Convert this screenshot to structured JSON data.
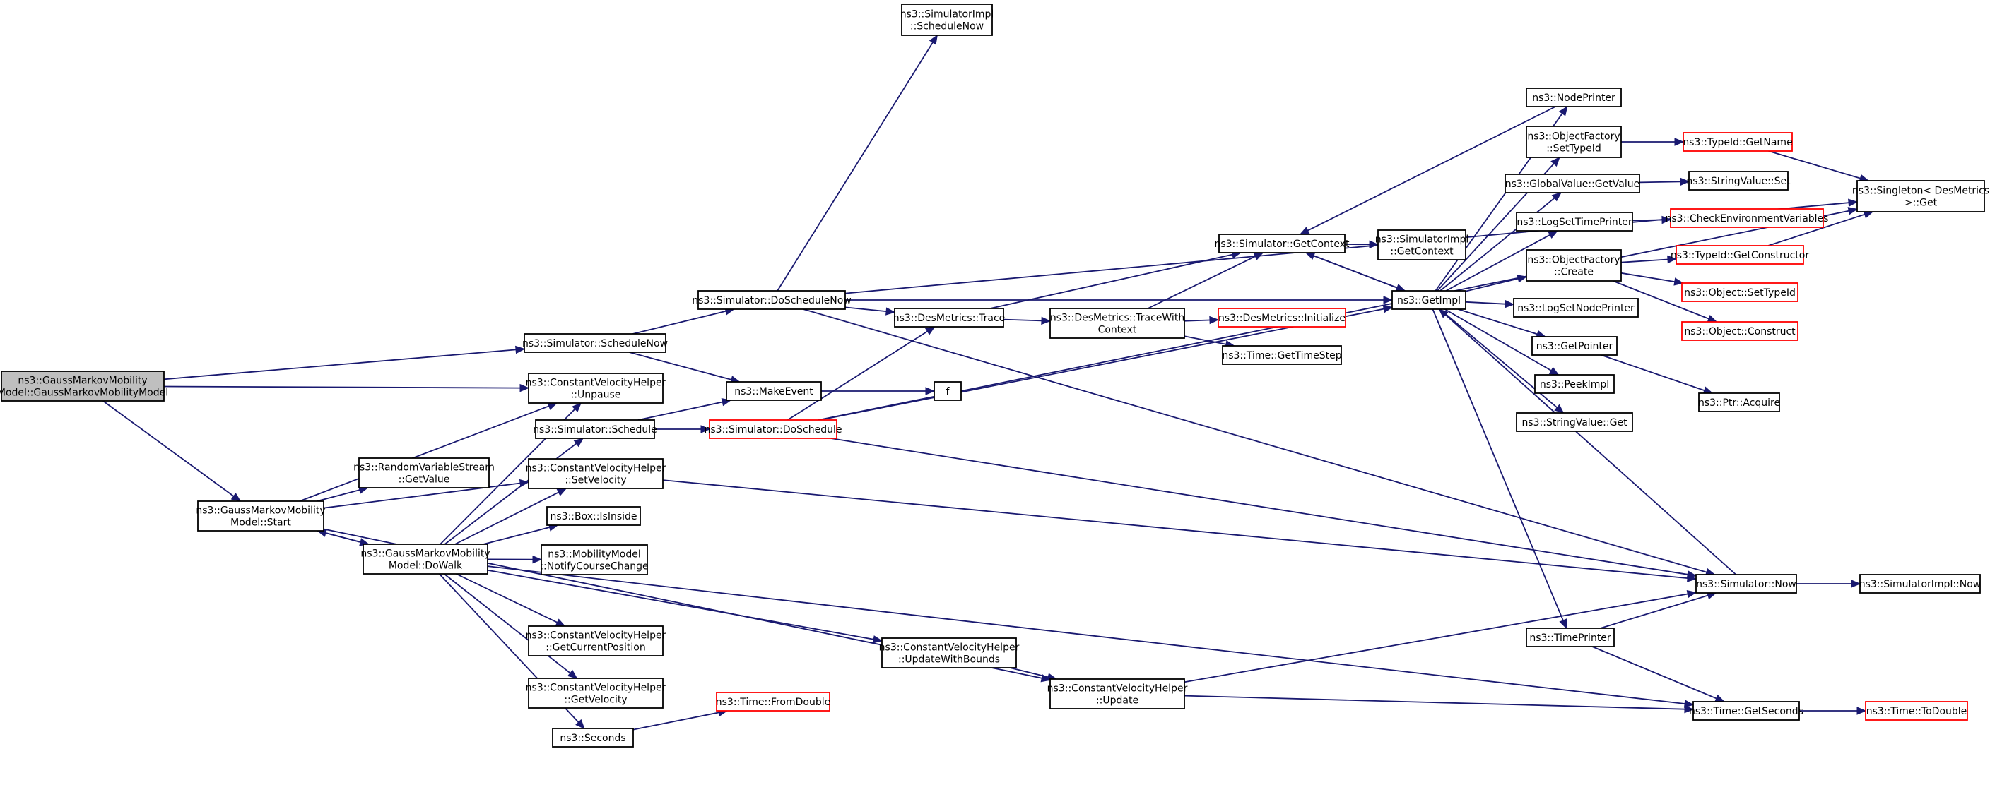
{
  "colors": {
    "edge": "#191970",
    "border_normal": "#000000",
    "border_truncated": "#ff0000",
    "root_fill": "#bfbfbf",
    "fill": "#ffffff"
  },
  "nodes": [
    {
      "id": "root",
      "lines": [
        "ns3::GaussMarkovMobility",
        "Model::GaussMarkovMobilityModel"
      ],
      "style": "root"
    },
    {
      "id": "start",
      "lines": [
        "ns3::GaussMarkovMobility",
        "Model::Start"
      ],
      "style": "normal"
    },
    {
      "id": "dowalk",
      "lines": [
        "ns3::GaussMarkovMobility",
        "Model::DoWalk"
      ],
      "style": "normal"
    },
    {
      "id": "schedulenow",
      "lines": [
        "ns3::Simulator::ScheduleNow"
      ],
      "style": "normal"
    },
    {
      "id": "unpause",
      "lines": [
        "ns3::ConstantVelocityHelper",
        "::Unpause"
      ],
      "style": "normal"
    },
    {
      "id": "rvsgetvalue",
      "lines": [
        "ns3::RandomVariableStream",
        "::GetValue"
      ],
      "style": "normal"
    },
    {
      "id": "schedule",
      "lines": [
        "ns3::Simulator::Schedule"
      ],
      "style": "normal"
    },
    {
      "id": "setvelocity",
      "lines": [
        "ns3::ConstantVelocityHelper",
        "::SetVelocity"
      ],
      "style": "normal"
    },
    {
      "id": "isinside",
      "lines": [
        "ns3::Box::IsInside"
      ],
      "style": "normal"
    },
    {
      "id": "notify",
      "lines": [
        "ns3::MobilityModel",
        "::NotifyCourseChange"
      ],
      "style": "normal"
    },
    {
      "id": "getcurpos",
      "lines": [
        "ns3::ConstantVelocityHelper",
        "::GetCurrentPosition"
      ],
      "style": "normal"
    },
    {
      "id": "getvelocity",
      "lines": [
        "ns3::ConstantVelocityHelper",
        "::GetVelocity"
      ],
      "style": "normal"
    },
    {
      "id": "seconds",
      "lines": [
        "ns3::Seconds"
      ],
      "style": "normal"
    },
    {
      "id": "doschedulenow",
      "lines": [
        "ns3::Simulator::DoScheduleNow"
      ],
      "style": "normal"
    },
    {
      "id": "makeevent",
      "lines": [
        "ns3::MakeEvent"
      ],
      "style": "normal"
    },
    {
      "id": "doschedule",
      "lines": [
        "ns3::Simulator::DoSchedule"
      ],
      "style": "truncated"
    },
    {
      "id": "f",
      "lines": [
        "f"
      ],
      "style": "normal"
    },
    {
      "id": "fromdouble",
      "lines": [
        "ns3::Time::FromDouble"
      ],
      "style": "truncated"
    },
    {
      "id": "updatewithbounds",
      "lines": [
        "ns3::ConstantVelocityHelper",
        "::UpdateWithBounds"
      ],
      "style": "normal"
    },
    {
      "id": "update",
      "lines": [
        "ns3::ConstantVelocityHelper",
        "::Update"
      ],
      "style": "normal"
    },
    {
      "id": "simimplschedulenow",
      "lines": [
        "ns3::SimulatorImpl",
        "::ScheduleNow"
      ],
      "style": "normal"
    },
    {
      "id": "trace",
      "lines": [
        "ns3::DesMetrics::Trace"
      ],
      "style": "normal"
    },
    {
      "id": "tracewithcontext",
      "lines": [
        "ns3::DesMetrics::TraceWith",
        "Context"
      ],
      "style": "normal"
    },
    {
      "id": "getcontext",
      "lines": [
        "ns3::Simulator::GetContext"
      ],
      "style": "normal"
    },
    {
      "id": "simimplgetcontext",
      "lines": [
        "ns3::SimulatorImpl",
        "::GetContext"
      ],
      "style": "normal"
    },
    {
      "id": "initialize",
      "lines": [
        "ns3::DesMetrics::Initialize"
      ],
      "style": "truncated"
    },
    {
      "id": "gettimestep",
      "lines": [
        "ns3::Time::GetTimeStep"
      ],
      "style": "normal"
    },
    {
      "id": "getimpl",
      "lines": [
        "ns3::GetImpl"
      ],
      "style": "normal"
    },
    {
      "id": "nodeprinter",
      "lines": [
        "ns3::NodePrinter"
      ],
      "style": "normal"
    },
    {
      "id": "ofsettypeid",
      "lines": [
        "ns3::ObjectFactory",
        "::SetTypeId"
      ],
      "style": "normal"
    },
    {
      "id": "globalgetvalue",
      "lines": [
        "ns3::GlobalValue::GetValue"
      ],
      "style": "normal"
    },
    {
      "id": "logsettimeprinter",
      "lines": [
        "ns3::LogSetTimePrinter"
      ],
      "style": "normal"
    },
    {
      "id": "ofcreate",
      "lines": [
        "ns3::ObjectFactory",
        "::Create"
      ],
      "style": "normal"
    },
    {
      "id": "logsetnodeprinter",
      "lines": [
        "ns3::LogSetNodePrinter"
      ],
      "style": "normal"
    },
    {
      "id": "getpointer",
      "lines": [
        "ns3::GetPointer"
      ],
      "style": "normal"
    },
    {
      "id": "peekimpl",
      "lines": [
        "ns3::PeekImpl"
      ],
      "style": "normal"
    },
    {
      "id": "stringvalueget",
      "lines": [
        "ns3::StringValue::Get"
      ],
      "style": "normal"
    },
    {
      "id": "timeprinter",
      "lines": [
        "ns3::TimePrinter"
      ],
      "style": "normal"
    },
    {
      "id": "typeidgetname",
      "lines": [
        "ns3::TypeId::GetName"
      ],
      "style": "truncated"
    },
    {
      "id": "stringvalueset",
      "lines": [
        "ns3::StringValue::Set"
      ],
      "style": "normal"
    },
    {
      "id": "checkenv",
      "lines": [
        "ns3::CheckEnvironmentVariables"
      ],
      "style": "truncated"
    },
    {
      "id": "getconstructor",
      "lines": [
        "ns3::TypeId::GetConstructor"
      ],
      "style": "truncated"
    },
    {
      "id": "objsettypeid",
      "lines": [
        "ns3::Object::SetTypeId"
      ],
      "style": "truncated"
    },
    {
      "id": "objconstruct",
      "lines": [
        "ns3::Object::Construct"
      ],
      "style": "truncated"
    },
    {
      "id": "ptracquire",
      "lines": [
        "ns3::Ptr::Acquire"
      ],
      "style": "normal"
    },
    {
      "id": "simnow",
      "lines": [
        "ns3::Simulator::Now"
      ],
      "style": "normal"
    },
    {
      "id": "getseconds",
      "lines": [
        "ns3::Time::GetSeconds"
      ],
      "style": "normal"
    },
    {
      "id": "singletonget",
      "lines": [
        "ns3::Singleton< DesMetrics",
        ">::Get"
      ],
      "style": "normal"
    },
    {
      "id": "simimplnow",
      "lines": [
        "ns3::SimulatorImpl::Now"
      ],
      "style": "normal"
    },
    {
      "id": "todouble",
      "lines": [
        "ns3::Time::ToDouble"
      ],
      "style": "truncated"
    }
  ],
  "edges": [
    [
      "root",
      "schedulenow"
    ],
    [
      "root",
      "unpause"
    ],
    [
      "root",
      "start"
    ],
    [
      "start",
      "unpause"
    ],
    [
      "start",
      "rvsgetvalue"
    ],
    [
      "start",
      "setvelocity"
    ],
    [
      "start",
      "dowalk"
    ],
    [
      "start",
      "update"
    ],
    [
      "dowalk",
      "start"
    ],
    [
      "dowalk",
      "unpause"
    ],
    [
      "dowalk",
      "schedule"
    ],
    [
      "dowalk",
      "setvelocity"
    ],
    [
      "dowalk",
      "isinside"
    ],
    [
      "dowalk",
      "notify"
    ],
    [
      "dowalk",
      "getcurpos"
    ],
    [
      "dowalk",
      "getvelocity"
    ],
    [
      "dowalk",
      "seconds"
    ],
    [
      "dowalk",
      "updatewithbounds"
    ],
    [
      "dowalk",
      "getseconds"
    ],
    [
      "schedulenow",
      "doschedulenow"
    ],
    [
      "schedulenow",
      "makeevent"
    ],
    [
      "schedule",
      "makeevent"
    ],
    [
      "schedule",
      "doschedule"
    ],
    [
      "setvelocity",
      "simnow"
    ],
    [
      "seconds",
      "fromdouble"
    ],
    [
      "makeevent",
      "f"
    ],
    [
      "doschedulenow",
      "simimplschedulenow"
    ],
    [
      "doschedulenow",
      "singletonget"
    ],
    [
      "doschedulenow",
      "trace"
    ],
    [
      "doschedulenow",
      "getimpl"
    ],
    [
      "doschedulenow",
      "simnow"
    ],
    [
      "doschedule",
      "trace"
    ],
    [
      "doschedule",
      "getimpl"
    ],
    [
      "doschedule",
      "singletonget"
    ],
    [
      "doschedule",
      "simnow"
    ],
    [
      "updatewithbounds",
      "update"
    ],
    [
      "update",
      "simnow"
    ],
    [
      "update",
      "getseconds"
    ],
    [
      "trace",
      "getcontext"
    ],
    [
      "trace",
      "tracewithcontext"
    ],
    [
      "tracewithcontext",
      "getcontext"
    ],
    [
      "tracewithcontext",
      "initialize"
    ],
    [
      "tracewithcontext",
      "gettimestep"
    ],
    [
      "getcontext",
      "simimplgetcontext"
    ],
    [
      "getcontext",
      "getimpl"
    ],
    [
      "getimpl",
      "getcontext"
    ],
    [
      "getimpl",
      "nodeprinter"
    ],
    [
      "getimpl",
      "ofsettypeid"
    ],
    [
      "getimpl",
      "globalgetvalue"
    ],
    [
      "getimpl",
      "logsettimeprinter"
    ],
    [
      "getimpl",
      "ofcreate"
    ],
    [
      "getimpl",
      "logsetnodeprinter"
    ],
    [
      "getimpl",
      "getpointer"
    ],
    [
      "getimpl",
      "peekimpl"
    ],
    [
      "getimpl",
      "stringvalueget"
    ],
    [
      "getimpl",
      "timeprinter"
    ],
    [
      "nodeprinter",
      "getcontext"
    ],
    [
      "ofsettypeid",
      "typeidgetname"
    ],
    [
      "globalgetvalue",
      "stringvalueset"
    ],
    [
      "logsettimeprinter",
      "checkenv"
    ],
    [
      "ofcreate",
      "getconstructor"
    ],
    [
      "ofcreate",
      "objsettypeid"
    ],
    [
      "ofcreate",
      "objconstruct"
    ],
    [
      "getpointer",
      "ptracquire"
    ],
    [
      "typeidgetname",
      "singletonget"
    ],
    [
      "getconstructor",
      "singletonget"
    ],
    [
      "timeprinter",
      "simnow"
    ],
    [
      "timeprinter",
      "getseconds"
    ],
    [
      "simnow",
      "getimpl"
    ],
    [
      "simnow",
      "simimplnow"
    ],
    [
      "getseconds",
      "todouble"
    ]
  ]
}
